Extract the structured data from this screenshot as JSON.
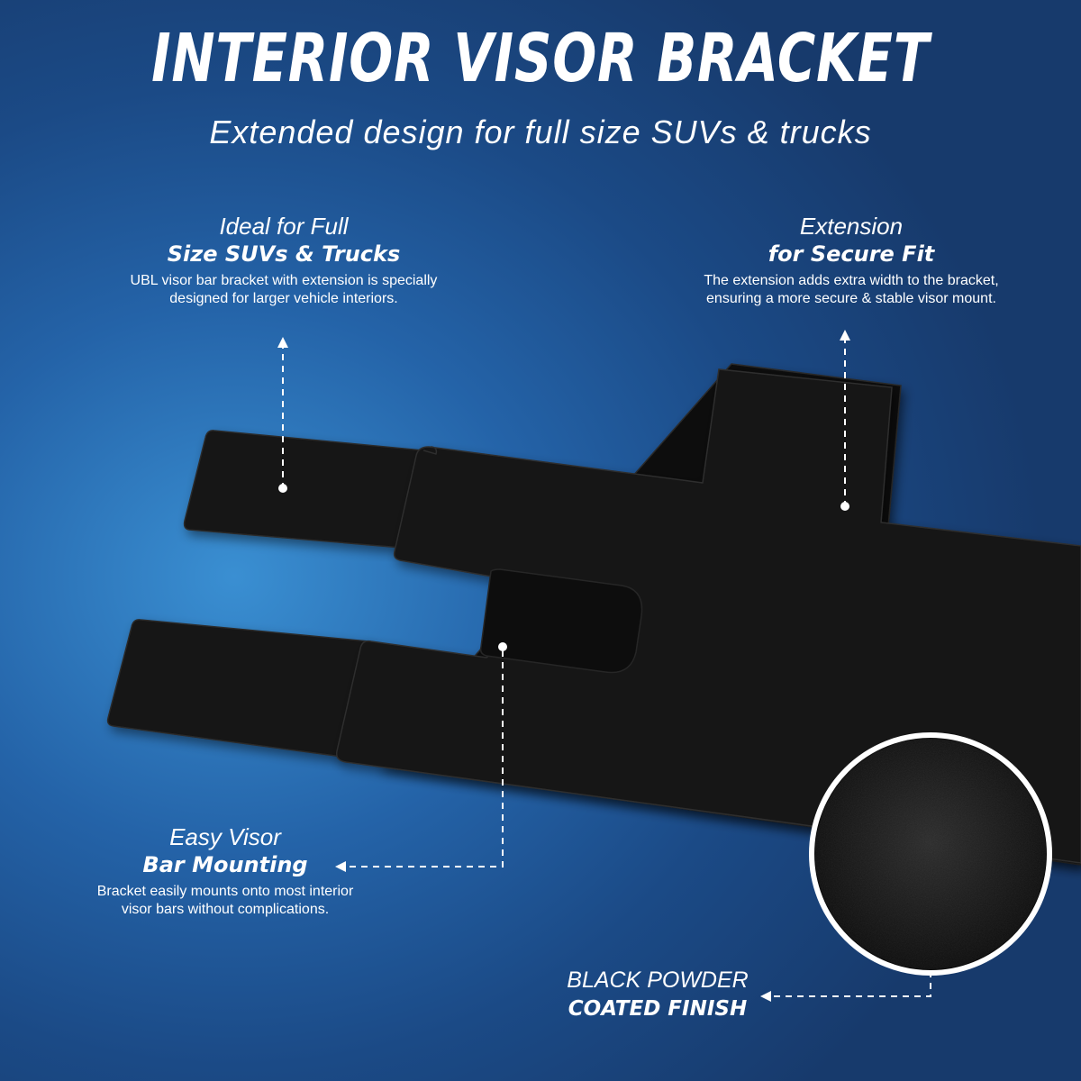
{
  "header": {
    "title": "INTERIOR VISOR BRACKET",
    "subtitle": "Extended design for full size SUVs & trucks"
  },
  "callouts": {
    "ideal": {
      "heading_light": "Ideal for Full",
      "heading_bold": "Size SUVs & Trucks",
      "body": "UBL visor bar bracket with extension is specially designed for larger vehicle interiors."
    },
    "extension": {
      "heading_light": "Extension",
      "heading_bold": "for Secure Fit",
      "body": "The extension adds extra width to the bracket, ensuring a more secure & stable visor mount."
    },
    "easy": {
      "heading_light": "Easy Visor",
      "heading_bold": "Bar Mounting",
      "body": "Bracket easily mounts onto most interior visor bars without complications."
    },
    "finish": {
      "heading_light": "BLACK POWDER",
      "heading_bold": "COATED FINISH"
    }
  },
  "colors": {
    "background_light": "#3a8fd2",
    "background_dark": "#173a6c",
    "bracket": "#141414",
    "text": "#ffffff"
  }
}
